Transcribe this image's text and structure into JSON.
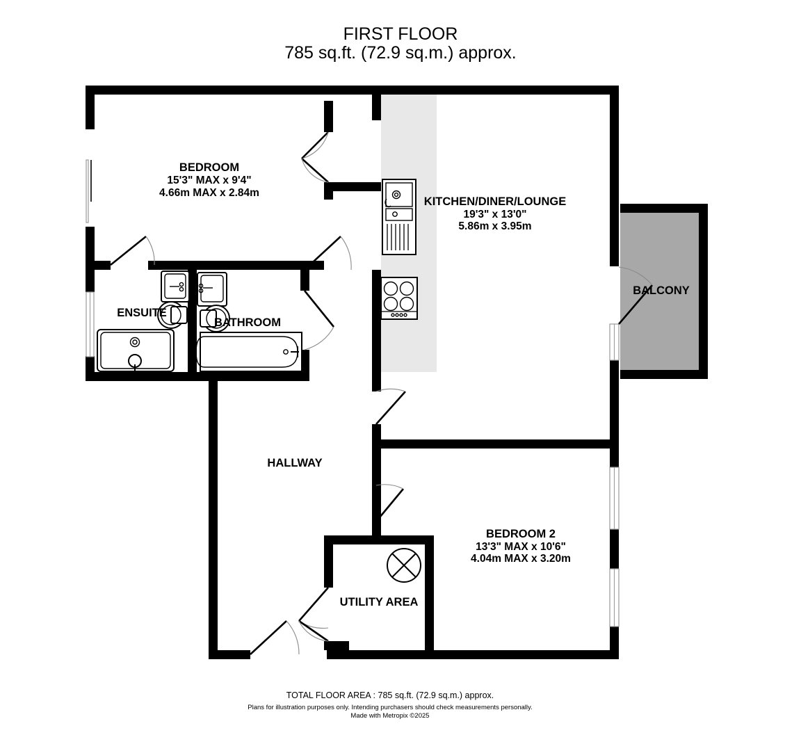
{
  "header": {
    "floor_title": "FIRST FLOOR",
    "area_subtitle": "785 sq.ft. (72.9 sq.m.) approx."
  },
  "rooms": [
    {
      "key": "bedroom1",
      "name": "BEDROOM",
      "dim_imperial": "15'3\" MAX x 9'4\"",
      "dim_metric": "4.66m MAX x 2.84m"
    },
    {
      "key": "kitchen",
      "name": "KITCHEN/DINER/LOUNGE",
      "dim_imperial": "19'3\"  x 13'0\"",
      "dim_metric": "5.86m  x 3.95m"
    },
    {
      "key": "bedroom2",
      "name": "BEDROOM 2",
      "dim_imperial": "13'3\" MAX x 10'6\"",
      "dim_metric": "4.04m MAX x 3.20m"
    },
    {
      "key": "ensuite",
      "name": "ENSUITE",
      "dim_imperial": "",
      "dim_metric": ""
    },
    {
      "key": "bathroom",
      "name": "BATHROOM",
      "dim_imperial": "",
      "dim_metric": ""
    },
    {
      "key": "hallway",
      "name": "HALLWAY",
      "dim_imperial": "",
      "dim_metric": ""
    },
    {
      "key": "utility",
      "name": "UTILITY AREA",
      "dim_imperial": "",
      "dim_metric": ""
    },
    {
      "key": "balcony",
      "name": "BALCONY",
      "dim_imperial": "",
      "dim_metric": ""
    }
  ],
  "footer": {
    "total_area": "TOTAL FLOOR AREA : 785 sq.ft. (72.9 sq.m.) approx.",
    "disclaimer": "Plans for illustration purposes only. Intending purchasers should check measurements personally.",
    "credit": "Made with Metropix ©2025"
  },
  "colors": {
    "wall": "#000000",
    "background": "#ffffff",
    "kitchen_shade": "#e8e8e8",
    "balcony_shade": "#a8a8a8",
    "door_arc": "#8a8a8a"
  },
  "fixtures": [
    {
      "key": "kitchen-sink",
      "label": "sink-with-drainer-icon"
    },
    {
      "key": "kitchen-hob",
      "label": "hob-icon"
    },
    {
      "key": "ensuite-basin",
      "label": "basin-icon"
    },
    {
      "key": "ensuite-wc",
      "label": "wc-icon"
    },
    {
      "key": "ensuite-shower",
      "label": "shower-tray-icon"
    },
    {
      "key": "bathroom-basin",
      "label": "basin-icon"
    },
    {
      "key": "bathroom-wc",
      "label": "wc-icon"
    },
    {
      "key": "bathroom-bath",
      "label": "bath-icon"
    },
    {
      "key": "utility-appliance",
      "label": "appliance-circle-cross-icon"
    }
  ]
}
